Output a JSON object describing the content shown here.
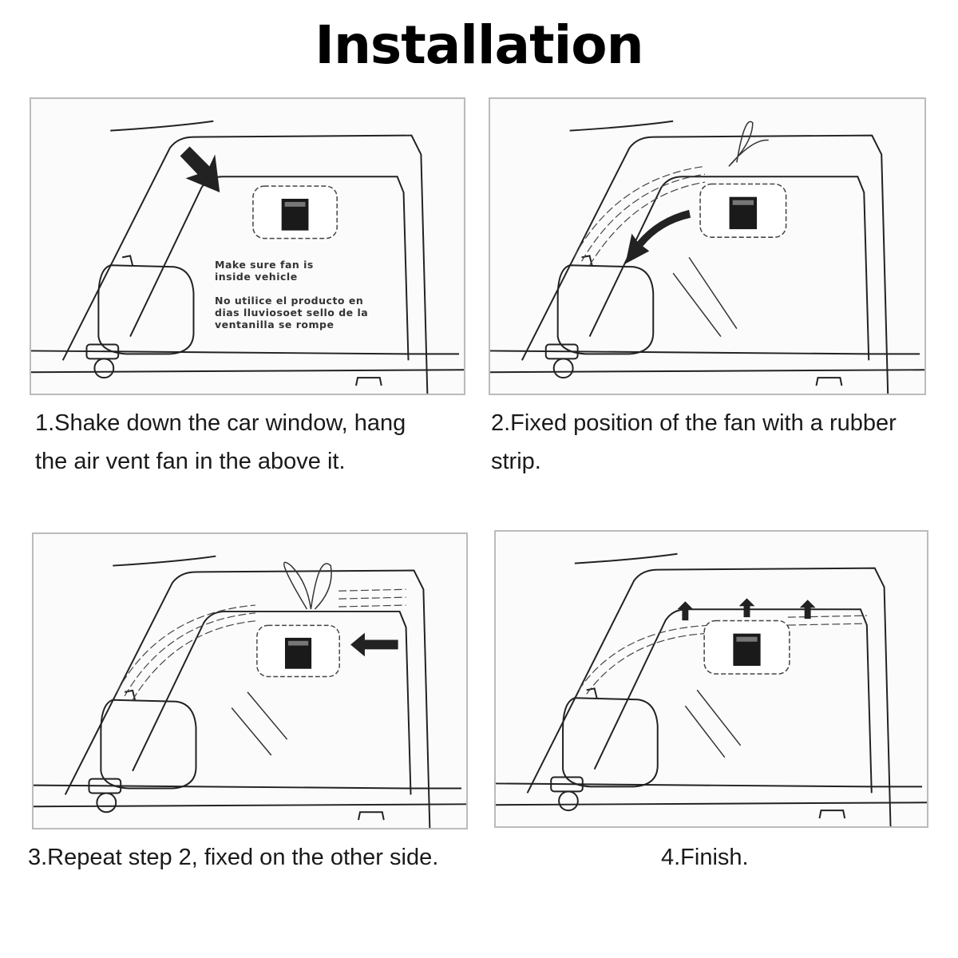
{
  "title": "Installation",
  "steps": [
    {
      "caption_line1": "1.Shake down the car window, hang",
      "caption_line2": "the air vent fan in the above it."
    },
    {
      "caption_line1": "2.Fixed position of the fan with a rubber",
      "caption_line2": "strip."
    },
    {
      "caption_line1": "3.Repeat step 2, fixed on the other side."
    },
    {
      "caption_line1": "4.Finish."
    }
  ],
  "panel1_note": {
    "line1": "Make sure fan is",
    "line2": "inside vehicle",
    "line3": "No utilice el producto en",
    "line4": "dias lluviosoet sello de la",
    "line5": "ventanilla se rompe"
  }
}
